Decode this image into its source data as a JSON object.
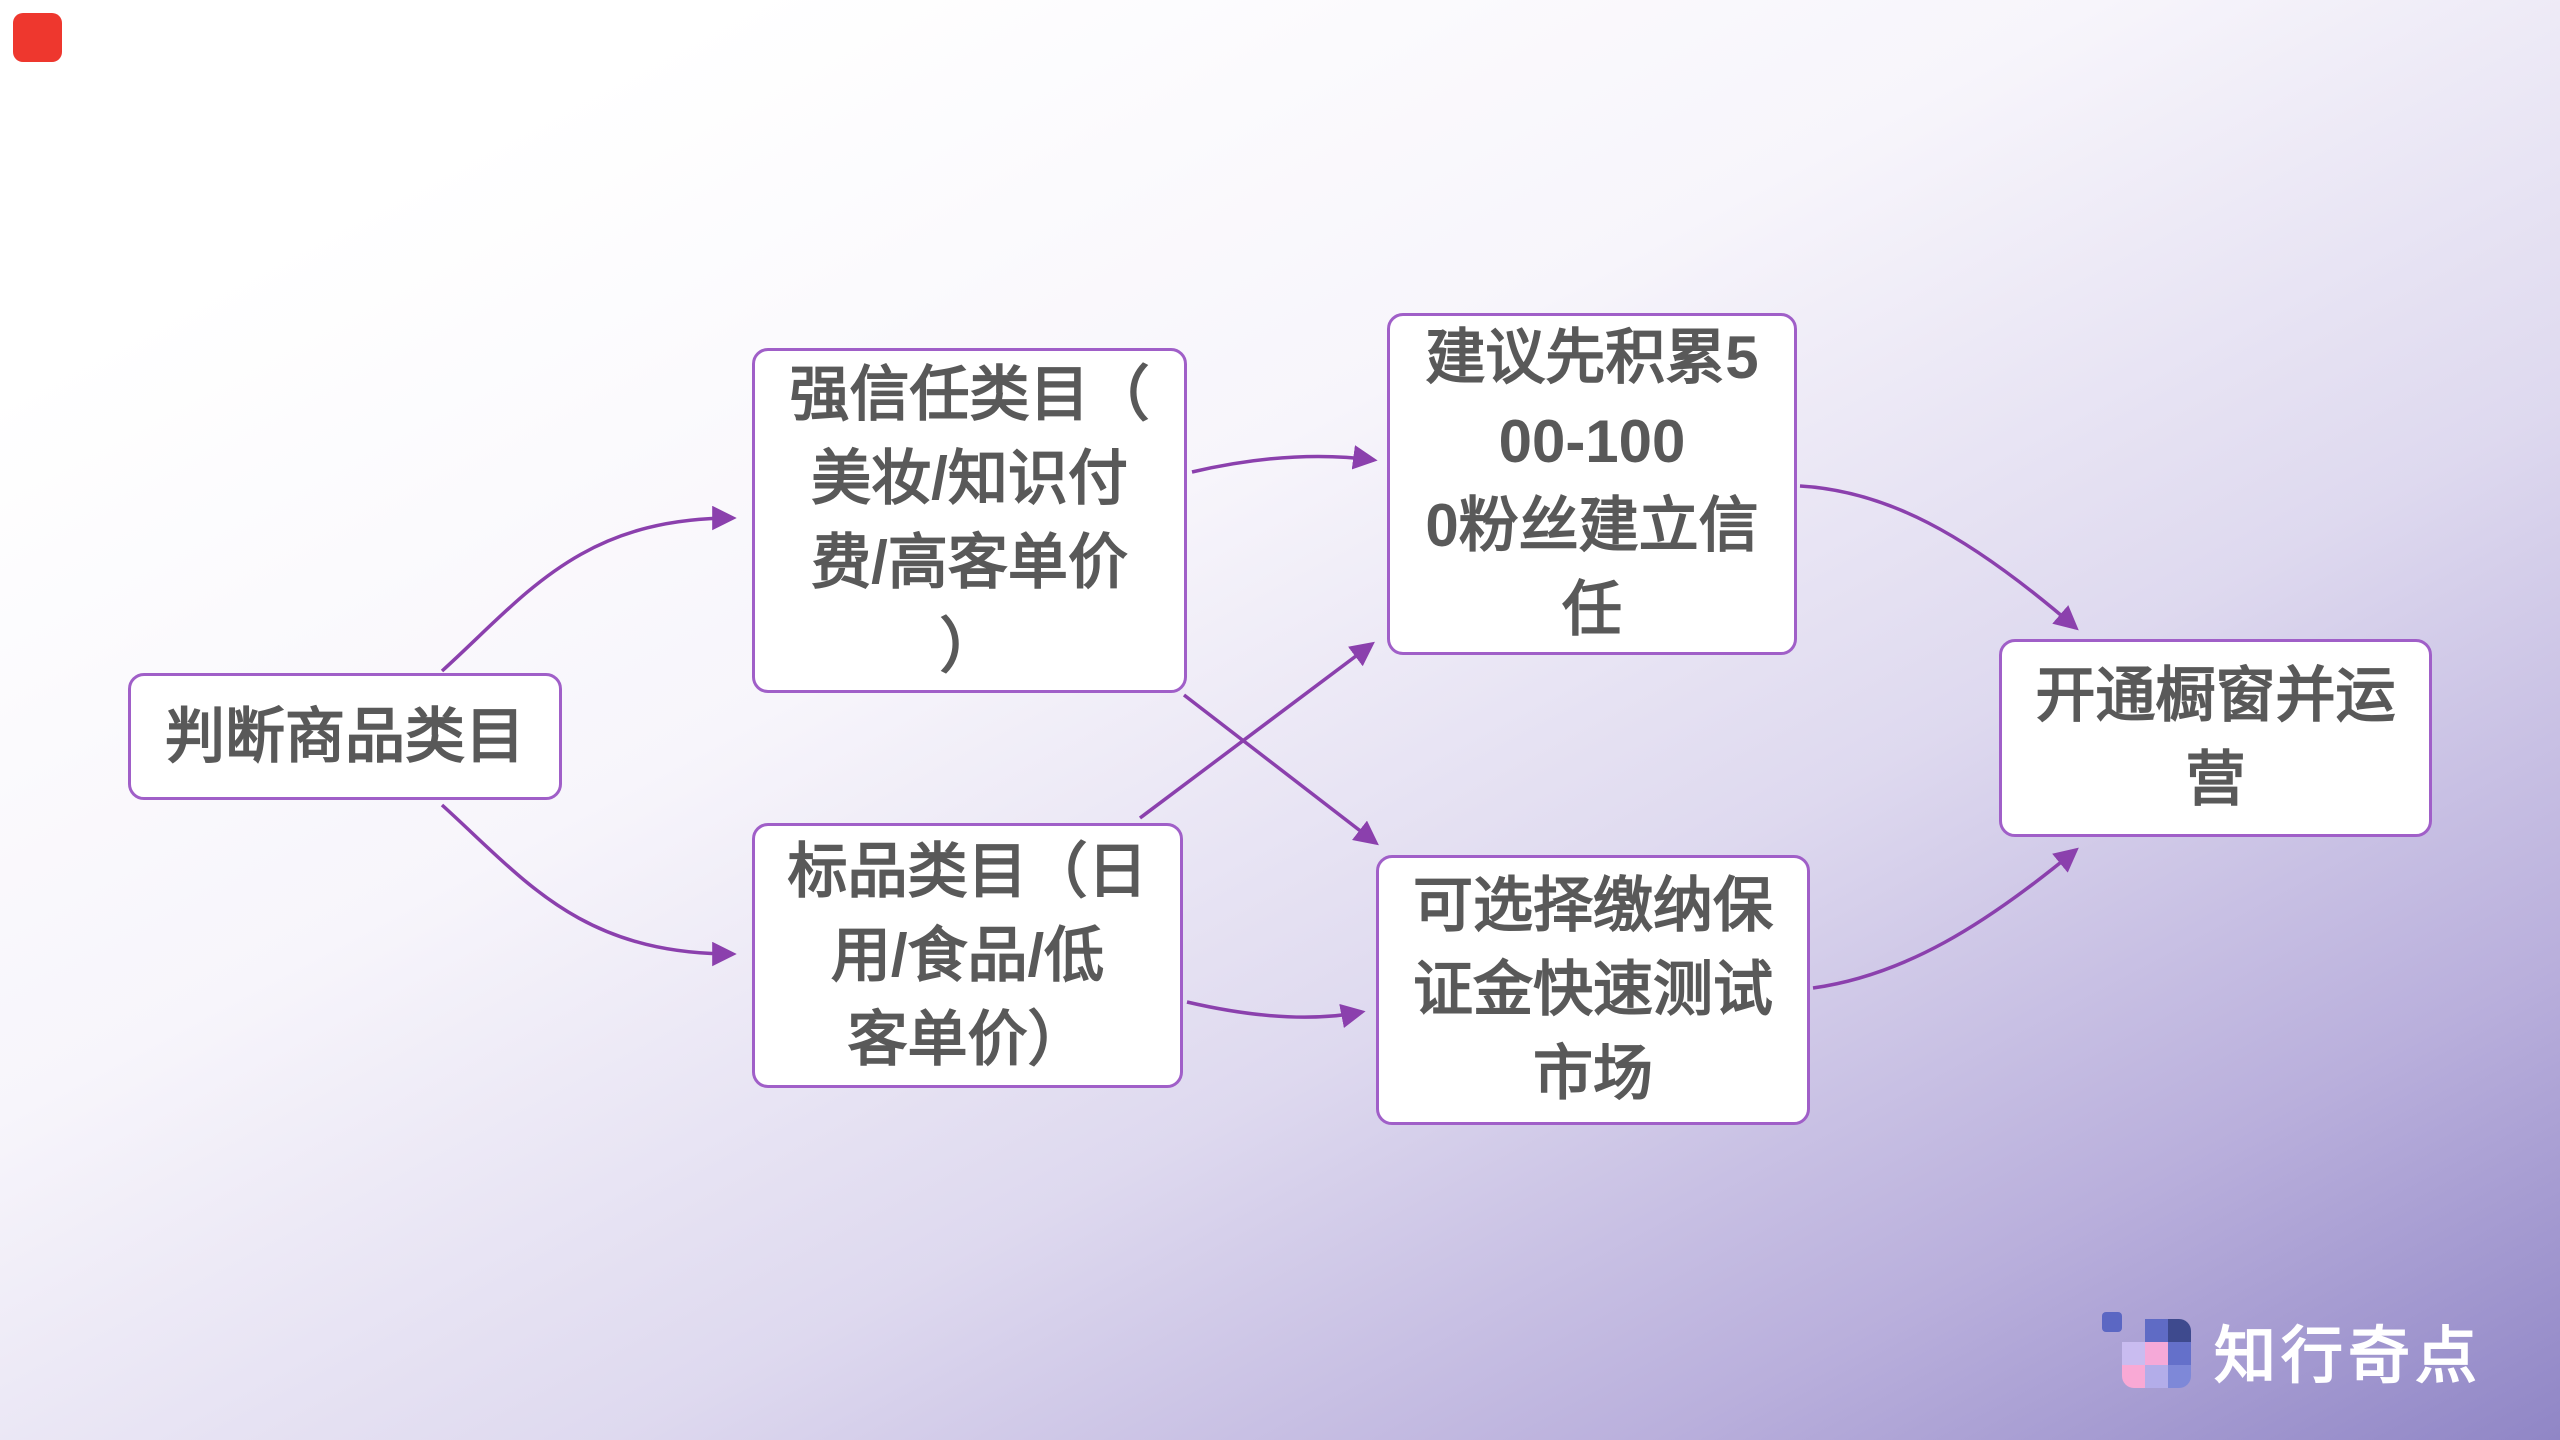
{
  "slide": {
    "background": {
      "top_color": "#ffffff",
      "bottom_color": "#9086c6"
    },
    "corner_marker_color": "#ee372e"
  },
  "flowchart": {
    "node_border_color": "#a05fc8",
    "connector_color": "#8b40ad",
    "text_color": "#595959",
    "nodes": [
      {
        "id": "judge-category",
        "label": "判断商品类目"
      },
      {
        "id": "strong-trust-category",
        "label": "强信任类目（\n美妆/知识付\n费/高客单价\n）"
      },
      {
        "id": "standard-category",
        "label": "标品类目（日\n用/食品/低\n客单价）"
      },
      {
        "id": "accumulate-fans",
        "label": "建议先积累5\n00-100\n0粉丝建立信\n任"
      },
      {
        "id": "pay-deposit",
        "label": "可选择缴纳保\n证金快速测试\n市场"
      },
      {
        "id": "open-showcase",
        "label": "开通橱窗并运\n营"
      }
    ],
    "edges": [
      {
        "from": "judge-category",
        "to": "strong-trust-category"
      },
      {
        "from": "judge-category",
        "to": "standard-category"
      },
      {
        "from": "strong-trust-category",
        "to": "accumulate-fans"
      },
      {
        "from": "strong-trust-category",
        "to": "pay-deposit"
      },
      {
        "from": "standard-category",
        "to": "accumulate-fans"
      },
      {
        "from": "standard-category",
        "to": "pay-deposit"
      },
      {
        "from": "accumulate-fans",
        "to": "open-showcase"
      },
      {
        "from": "pay-deposit",
        "to": "open-showcase"
      }
    ]
  },
  "logo": {
    "text": "知行奇点",
    "text_color": "#ffffff",
    "icon": {
      "name": "zhixing-qidian-logo-icon",
      "cell_colors": {
        "detached": "#5b67c3",
        "top_mid": "#5f6bc5",
        "top_right": "#3e4a8e",
        "mid_left": "#c9bcf0",
        "mid_center": "#f5a9d8",
        "mid_right": "#6470ca",
        "bottom_left": "#f9a9d5",
        "bottom_center": "#b3ade9",
        "bottom_right": "#7e88d8"
      }
    }
  }
}
